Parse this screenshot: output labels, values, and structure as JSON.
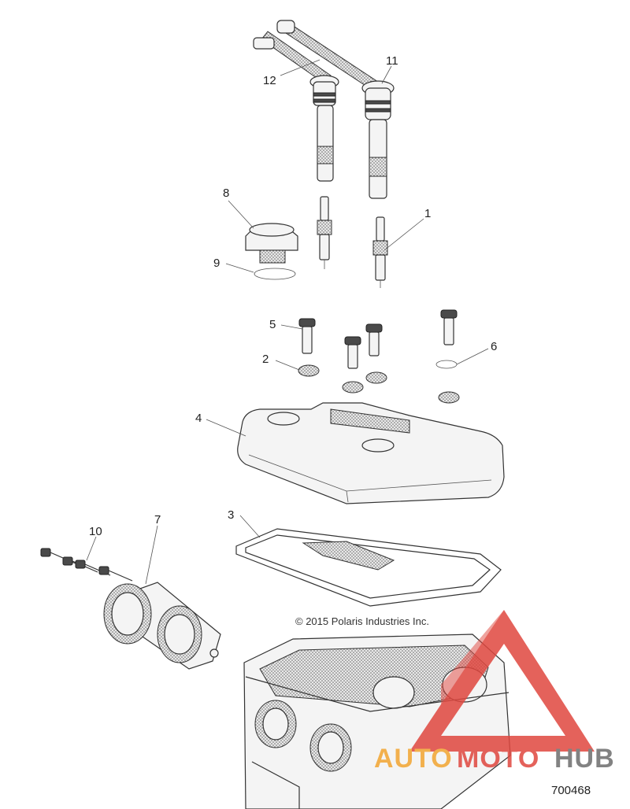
{
  "diagram": {
    "callouts": [
      {
        "id": "c1",
        "label": "1"
      },
      {
        "id": "c2",
        "label": "2"
      },
      {
        "id": "c3",
        "label": "3"
      },
      {
        "id": "c4",
        "label": "4"
      },
      {
        "id": "c5",
        "label": "5"
      },
      {
        "id": "c6",
        "label": "6"
      },
      {
        "id": "c7",
        "label": "7"
      },
      {
        "id": "c8",
        "label": "8"
      },
      {
        "id": "c9",
        "label": "9"
      },
      {
        "id": "c10",
        "label": "10"
      },
      {
        "id": "c11",
        "label": "11"
      },
      {
        "id": "c12",
        "label": "12"
      }
    ],
    "copyright": "© 2015 Polaris Industries Inc.",
    "part_number": "700468"
  },
  "watermark": {
    "word_1": "AUTO",
    "word_2": "MOTO",
    "word_3": "HUB",
    "colors": {
      "red": "#e0473f",
      "orange": "#f2a531",
      "gray": "#6d6d6d"
    }
  }
}
